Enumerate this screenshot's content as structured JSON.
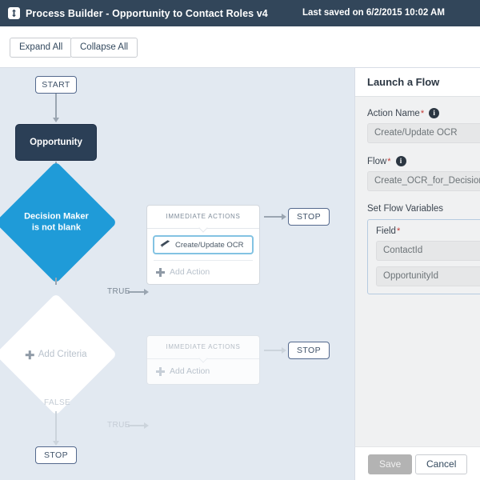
{
  "header": {
    "icon": "process-builder-icon",
    "title": "Process Builder - Opportunity to Contact Roles v4",
    "last_saved": "Last saved on 6/2/2015 10:02 AM",
    "bg_color": "#32465a"
  },
  "toolbar": {
    "expand_all": "Expand All",
    "collapse_all": "Collapse All"
  },
  "canvas": {
    "bg_color": "#e2e9f1",
    "start_label": "START",
    "object_node": {
      "label": "Opportunity",
      "color": "#2b3f56"
    },
    "branches": [
      {
        "criteria_label": "Decision Maker\nis not blank",
        "criteria_line1": "Decision Maker",
        "criteria_line2": "is not blank",
        "criteria_color": "#1f9bd8",
        "true_label": "TRUE",
        "false_label": "FALSE",
        "actions_header": "IMMEDIATE ACTIONS",
        "action_items": [
          {
            "label": "Create/Update OCR",
            "icon": "flow-action-icon",
            "selected": true
          }
        ],
        "add_action_label": "Add Action",
        "stop_label": "STOP"
      },
      {
        "criteria_label": "Add Criteria",
        "criteria_color": "#ffffff",
        "true_label": "TRUE",
        "false_label": "FALSE",
        "actions_header": "IMMEDIATE ACTIONS",
        "action_items": [],
        "add_action_label": "Add Action",
        "stop_label": "STOP"
      }
    ],
    "final_stop_label": "STOP"
  },
  "panel": {
    "title": "Launch a Flow",
    "action_name": {
      "label": "Action Name",
      "required_marker": "*",
      "info_icon": "info-icon",
      "value": "Create/Update OCR"
    },
    "flow": {
      "label": "Flow",
      "required_marker": "*",
      "info_icon": "info-icon",
      "value": "Create_OCR_for_Decision"
    },
    "set_flow_variables": {
      "section_label": "Set Flow Variables",
      "field_label": "Field",
      "required_marker": "*",
      "rows": [
        {
          "value": "ContactId"
        },
        {
          "value": "OpportunityId"
        }
      ]
    },
    "footer": {
      "save_label": "Save",
      "save_disabled": true,
      "cancel_label": "Cancel"
    }
  }
}
